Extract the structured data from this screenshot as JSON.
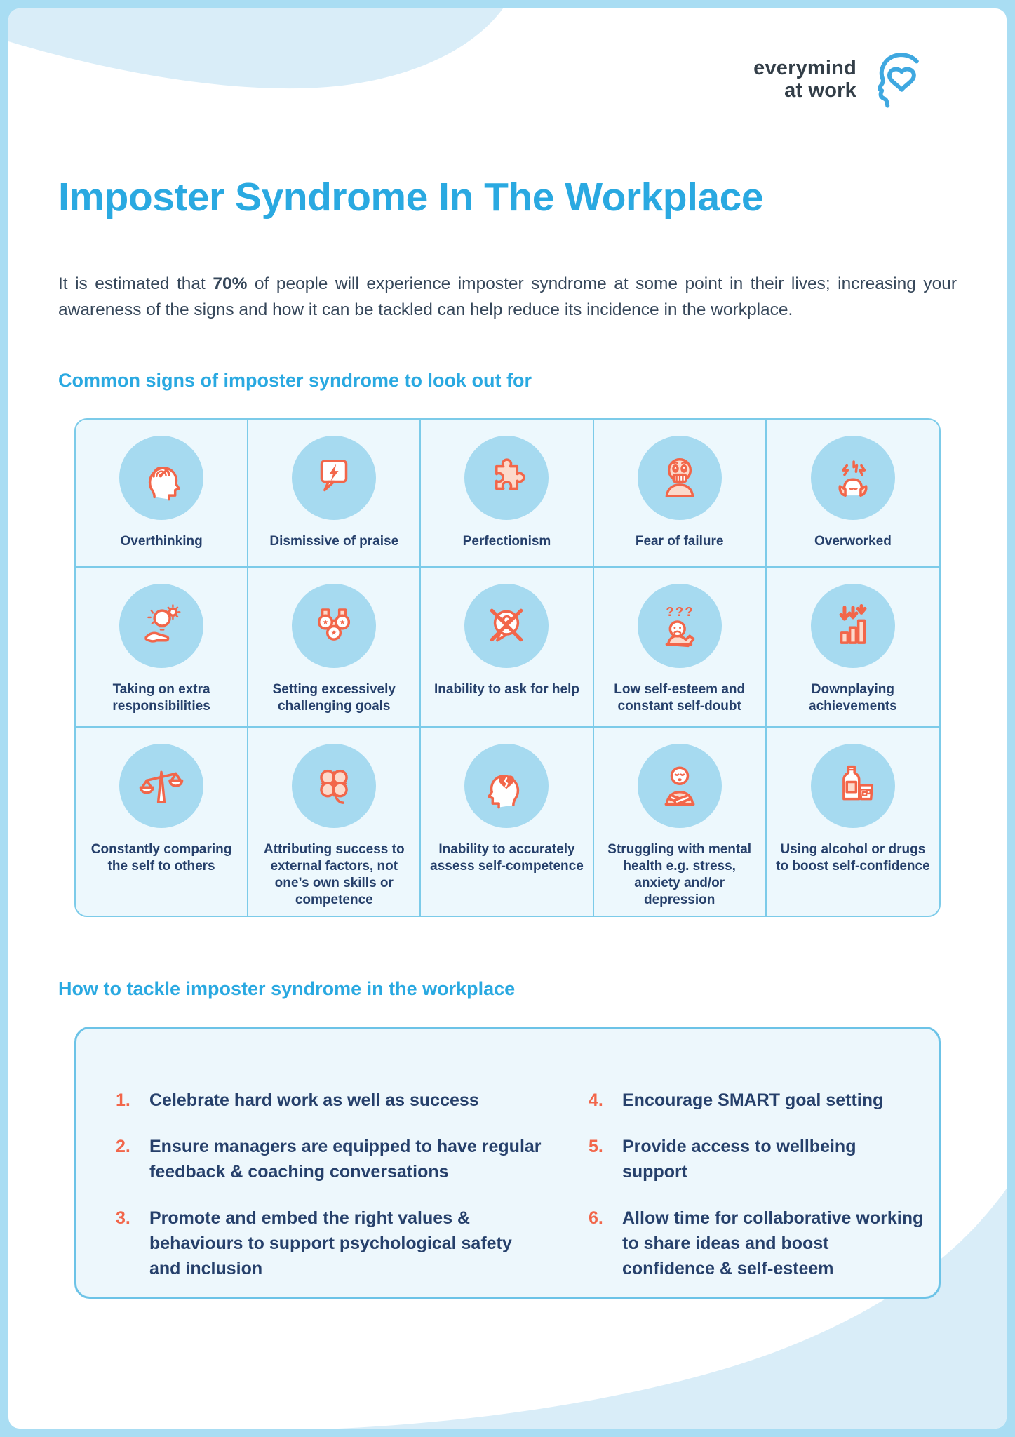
{
  "logo": {
    "line1": "everymind",
    "line2": "at work"
  },
  "title": "Imposter Syndrome In The Workplace",
  "intro": {
    "before": "It is estimated that ",
    "stat": "70%",
    "after": " of people will experience imposter syndrome at some point in their lives; increasing your awareness of the signs and how it can be tackled can help reduce its incidence in the workplace."
  },
  "signs": {
    "heading": "Common signs of imposter syndrome to look out for",
    "items": [
      {
        "icon": "overthinking-head-gauge-icon",
        "label": "Overthinking"
      },
      {
        "icon": "dismissive-speech-lightning-icon",
        "label": "Dismissive of praise"
      },
      {
        "icon": "perfectionism-puzzle-icon",
        "label": "Perfectionism"
      },
      {
        "icon": "fear-of-failure-nail-biting-icon",
        "label": "Fear of failure"
      },
      {
        "icon": "overworked-stressed-head-icon",
        "label": "Overworked"
      },
      {
        "icon": "extra-responsibilities-hand-bulb-icon",
        "label": "Taking on extra responsibilities"
      },
      {
        "icon": "challenging-goals-medals-icon",
        "label": "Setting excessively challenging goals"
      },
      {
        "icon": "no-help-crossed-bubble-icon",
        "label": "Inability to ask for help"
      },
      {
        "icon": "self-doubt-question-marks-icon",
        "label": "Low self-esteem and constant self-doubt"
      },
      {
        "icon": "downplaying-declining-bars-icon",
        "label": "Downplaying achievements"
      },
      {
        "icon": "comparing-scales-icon",
        "label": "Constantly comparing the self to others"
      },
      {
        "icon": "external-factors-clover-icon",
        "label": "Attributing success to external factors, not one’s own skills or competence"
      },
      {
        "icon": "assess-competence-broken-heart-head-icon",
        "label": "Inability to accurately assess self-competence"
      },
      {
        "icon": "mental-health-distressed-person-icon",
        "label": "Struggling with mental health e.g. stress, anxiety and/or depression"
      },
      {
        "icon": "alcohol-bottle-glass-icon",
        "label": "Using alcohol or drugs to boost self-confidence"
      }
    ]
  },
  "tackle": {
    "heading": "How to tackle imposter syndrome in the workplace",
    "items": [
      {
        "num": "1.",
        "text": "Celebrate hard work as well as success"
      },
      {
        "num": "2.",
        "text": "Ensure managers are equipped to have regular feedback & coaching conversations"
      },
      {
        "num": "3.",
        "text": "Promote and embed the right values & behaviours to support psychological safety and inclusion"
      },
      {
        "num": "4.",
        "text": "Encourage SMART goal setting"
      },
      {
        "num": "5.",
        "text": "Provide access to wellbeing support"
      },
      {
        "num": "6.",
        "text": "Allow time for collaborative working to share ideas and boost confidence & self-esteem"
      }
    ]
  },
  "colors": {
    "accent_blue": "#2aa9e1",
    "navy_text": "#26406b",
    "body_text": "#36475a",
    "orange": "#f2664a",
    "icon_circle_blue": "#a6daf0",
    "pale_wave_blue": "#d9edf8",
    "frame_blue": "#a9ddf3"
  }
}
